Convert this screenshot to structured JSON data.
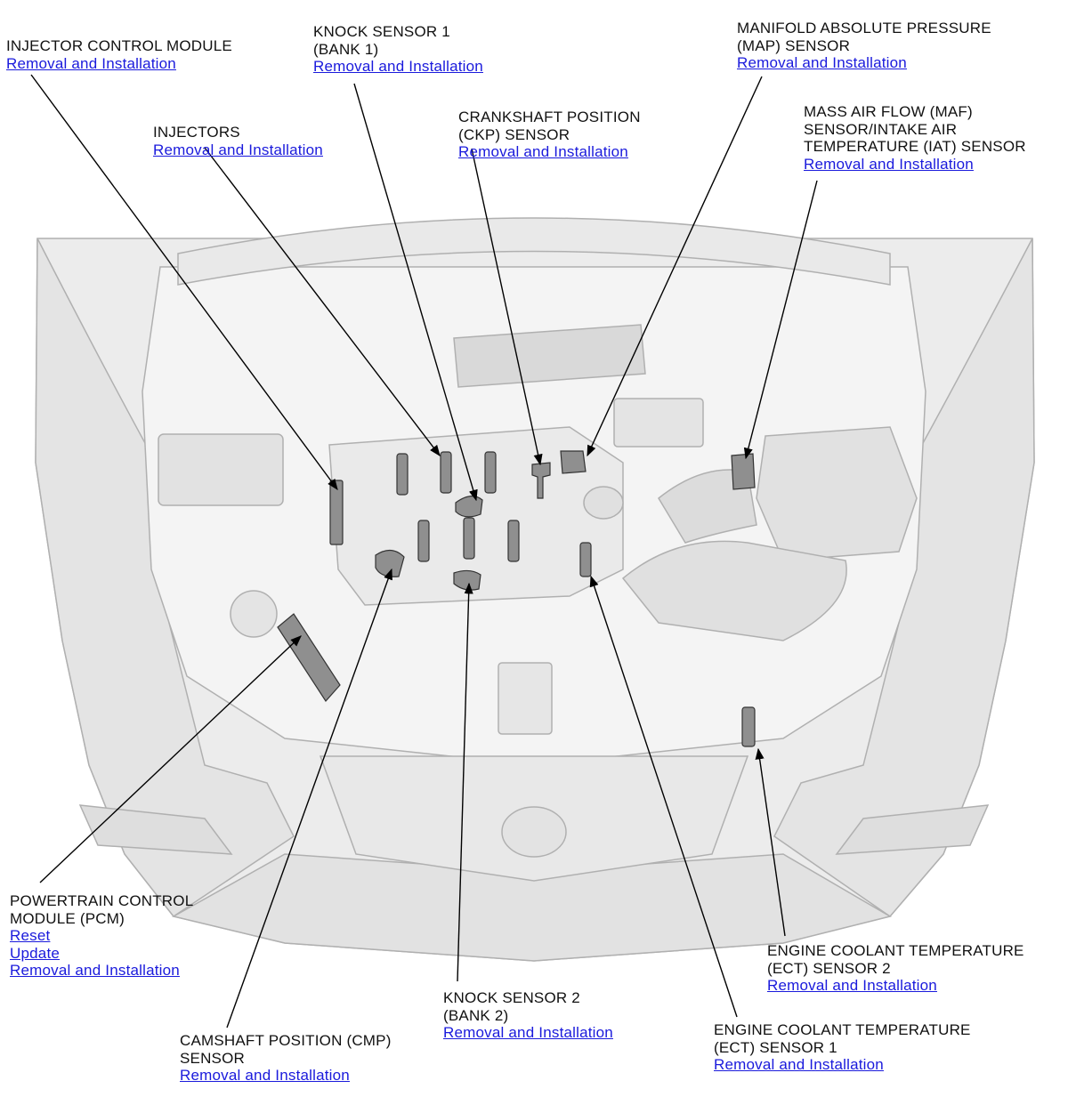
{
  "colors": {
    "link": "#1a1adc",
    "text": "#111111",
    "car_body": "#e6e6e6",
    "car_line": "#a8a8a8",
    "component_fill": "#8f8f8f",
    "leader": "#000000"
  },
  "callouts": {
    "injector_control_module": {
      "lines": [
        "INJECTOR CONTROL MODULE"
      ],
      "links": [
        "Removal and Installation"
      ]
    },
    "knock_sensor_1": {
      "lines": [
        "KNOCK SENSOR 1",
        "(BANK 1)"
      ],
      "links": [
        "Removal and Installation"
      ]
    },
    "map_sensor": {
      "lines": [
        "MANIFOLD ABSOLUTE PRESSURE",
        "(MAP) SENSOR"
      ],
      "links": [
        "Removal and Installation"
      ]
    },
    "injectors": {
      "lines": [
        "INJECTORS"
      ],
      "links": [
        "Removal and Installation"
      ]
    },
    "ckp_sensor": {
      "lines": [
        "CRANKSHAFT POSITION",
        "(CKP) SENSOR"
      ],
      "links": [
        "Removal and Installation"
      ]
    },
    "maf_iat_sensor": {
      "lines": [
        "MASS AIR FLOW (MAF)",
        "SENSOR/INTAKE AIR",
        "TEMPERATURE (IAT) SENSOR"
      ],
      "links": [
        "Removal and Installation"
      ]
    },
    "pcm": {
      "lines": [
        "POWERTRAIN CONTROL",
        "MODULE (PCM)"
      ],
      "links": [
        "Reset",
        "Update",
        "Removal and Installation"
      ]
    },
    "ect_sensor_2": {
      "lines": [
        "ENGINE COOLANT TEMPERATURE",
        "(ECT) SENSOR 2"
      ],
      "links": [
        "Removal and Installation"
      ]
    },
    "knock_sensor_2": {
      "lines": [
        "KNOCK SENSOR 2",
        "(BANK 2)"
      ],
      "links": [
        "Removal and Installation"
      ]
    },
    "cmp_sensor": {
      "lines": [
        "CAMSHAFT POSITION (CMP)",
        "SENSOR"
      ],
      "links": [
        "Removal and Installation"
      ]
    },
    "ect_sensor_1": {
      "lines": [
        "ENGINE COOLANT TEMPERATURE",
        "(ECT) SENSOR 1"
      ],
      "links": [
        "Removal and Installation"
      ]
    }
  }
}
